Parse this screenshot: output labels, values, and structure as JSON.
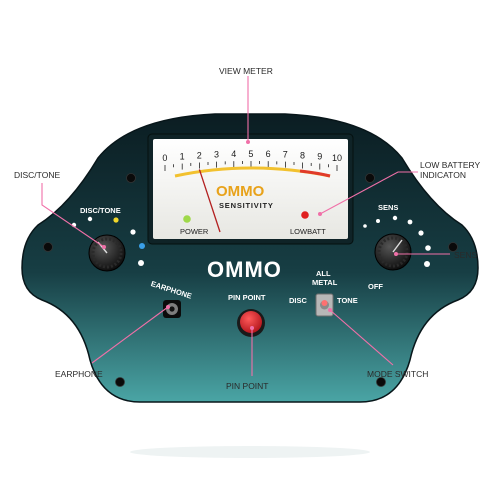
{
  "callouts": {
    "view_meter": "VIEW METER",
    "disc_tone": "DISC/TONE",
    "low_battery": "LOW BATTERY\nINDICATON",
    "sens": "SENS",
    "earphone": "EARPHONE",
    "pin_point": "PIN POINT",
    "mode_switch": "MODE SWITCH"
  },
  "panel": {
    "brand": "OMMO",
    "disc_tone_label": "DISC/TONE",
    "sens_label": "SENS",
    "off_label": "OFF",
    "earphone_label": "EARPHONE",
    "pin_point_label": "PIN POINT",
    "switch_top_label_1": "ALL",
    "switch_top_label_2": "METAL",
    "switch_left_label": "DISC",
    "switch_right_label": "TONE"
  },
  "meter": {
    "scale": [
      "0",
      "1",
      "2",
      "3",
      "4",
      "5",
      "6",
      "7",
      "8",
      "9",
      "10"
    ],
    "brand": "OMMO",
    "sensitivity_label": "SENSITIVITY",
    "power_label": "POWER",
    "lowbatt_label": "LOWBATT",
    "needle_value": 2
  },
  "colors": {
    "body_dark": "#102a30",
    "body_teal": "#3d9a9c",
    "leader": "#f070a8",
    "power_led": "#9fd94a",
    "lowbatt_led": "#e02020",
    "pinpoint_button": "#d3222a",
    "dot_yellow": "#f2d72a",
    "dot_blue": "#3aa0e8"
  }
}
